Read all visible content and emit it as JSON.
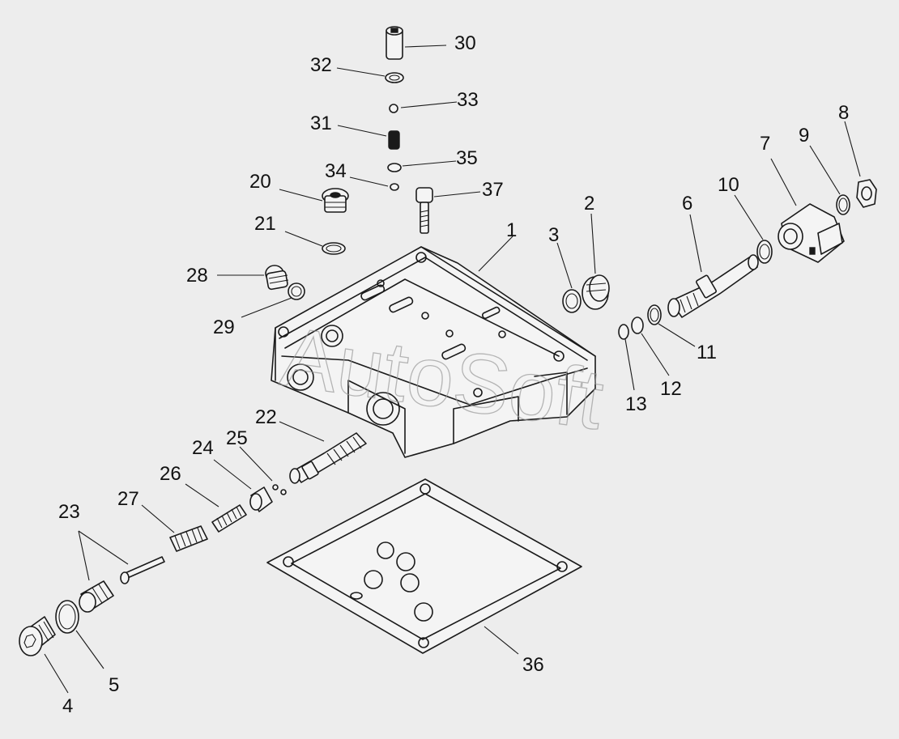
{
  "watermark": "AutoSoft",
  "callouts": [
    {
      "label": "1"
    },
    {
      "label": "2"
    },
    {
      "label": "3"
    },
    {
      "label": "4"
    },
    {
      "label": "5"
    },
    {
      "label": "6"
    },
    {
      "label": "7"
    },
    {
      "label": "8"
    },
    {
      "label": "9"
    },
    {
      "label": "10"
    },
    {
      "label": "11"
    },
    {
      "label": "12"
    },
    {
      "label": "13"
    },
    {
      "label": "20"
    },
    {
      "label": "21"
    },
    {
      "label": "22"
    },
    {
      "label": "23"
    },
    {
      "label": "24"
    },
    {
      "label": "25"
    },
    {
      "label": "26"
    },
    {
      "label": "27"
    },
    {
      "label": "28"
    },
    {
      "label": "29"
    },
    {
      "label": "30"
    },
    {
      "label": "31"
    },
    {
      "label": "32"
    },
    {
      "label": "33"
    },
    {
      "label": "34"
    },
    {
      "label": "35"
    },
    {
      "label": "36"
    },
    {
      "label": "37"
    }
  ]
}
